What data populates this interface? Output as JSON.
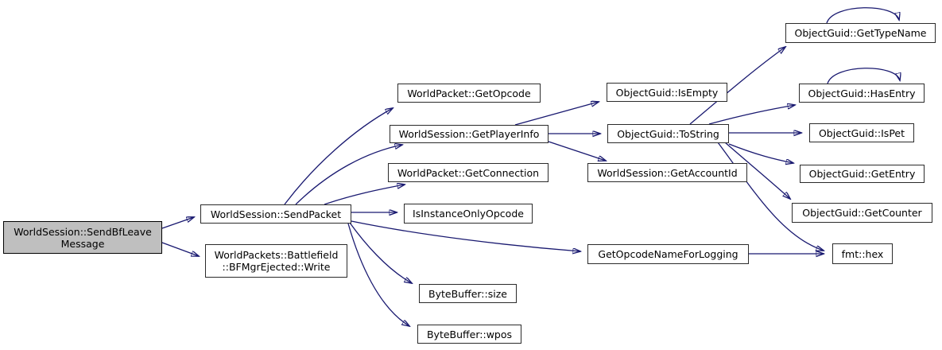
{
  "colors": {
    "edge": "#191970",
    "node_border": "#2b2b2b",
    "node_fill": "#ffffff",
    "highlight_fill": "#bfbfbf",
    "background": "#ffffff"
  },
  "nodes": {
    "sendBfLeaveMessage": {
      "line1": "WorldSession::SendBfLeave",
      "line2": "Message"
    },
    "sendPacket": {
      "label": "WorldSession::SendPacket"
    },
    "bfMgrEjectedWrite": {
      "line1": "WorldPackets::Battlefield",
      "line2": "::BFMgrEjected::Write"
    },
    "getOpcode": {
      "label": "WorldPacket::GetOpcode"
    },
    "getPlayerInfo": {
      "label": "WorldSession::GetPlayerInfo"
    },
    "getConnection": {
      "label": "WorldPacket::GetConnection"
    },
    "isInstanceOnlyOpcode": {
      "label": "IsInstanceOnlyOpcode"
    },
    "byteBufferSize": {
      "label": "ByteBuffer::size"
    },
    "byteBufferWpos": {
      "label": "ByteBuffer::wpos"
    },
    "getOpcodeNameForLogging": {
      "label": "GetOpcodeNameForLogging"
    },
    "isEmpty": {
      "label": "ObjectGuid::IsEmpty"
    },
    "toString": {
      "label": "ObjectGuid::ToString"
    },
    "getAccountId": {
      "label": "WorldSession::GetAccountId"
    },
    "getTypeName": {
      "label": "ObjectGuid::GetTypeName"
    },
    "hasEntry": {
      "label": "ObjectGuid::HasEntry"
    },
    "isPet": {
      "label": "ObjectGuid::IsPet"
    },
    "getEntry": {
      "label": "ObjectGuid::GetEntry"
    },
    "getCounter": {
      "label": "ObjectGuid::GetCounter"
    },
    "fmtHex": {
      "label": "fmt::hex"
    }
  },
  "edges": [
    {
      "from": "sendBfLeaveMessage",
      "to": "sendPacket"
    },
    {
      "from": "sendBfLeaveMessage",
      "to": "bfMgrEjectedWrite"
    },
    {
      "from": "sendPacket",
      "to": "getOpcode"
    },
    {
      "from": "sendPacket",
      "to": "getPlayerInfo"
    },
    {
      "from": "sendPacket",
      "to": "getConnection"
    },
    {
      "from": "sendPacket",
      "to": "isInstanceOnlyOpcode"
    },
    {
      "from": "sendPacket",
      "to": "getOpcodeNameForLogging"
    },
    {
      "from": "sendPacket",
      "to": "byteBufferSize"
    },
    {
      "from": "sendPacket",
      "to": "byteBufferWpos"
    },
    {
      "from": "getPlayerInfo",
      "to": "isEmpty"
    },
    {
      "from": "getPlayerInfo",
      "to": "toString"
    },
    {
      "from": "getPlayerInfo",
      "to": "getAccountId"
    },
    {
      "from": "toString",
      "to": "getTypeName"
    },
    {
      "from": "toString",
      "to": "hasEntry"
    },
    {
      "from": "toString",
      "to": "isPet"
    },
    {
      "from": "toString",
      "to": "getEntry"
    },
    {
      "from": "toString",
      "to": "getCounter"
    },
    {
      "from": "toString",
      "to": "fmtHex"
    },
    {
      "from": "getOpcodeNameForLogging",
      "to": "fmtHex"
    },
    {
      "from": "getTypeName",
      "to": "getTypeName"
    },
    {
      "from": "hasEntry",
      "to": "hasEntry"
    }
  ]
}
